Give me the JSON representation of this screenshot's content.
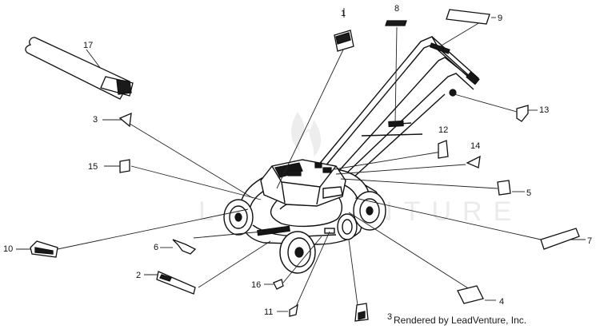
{
  "credit": "Rendered by LeadVenture, Inc.",
  "callouts": [
    {
      "label": "1"
    },
    {
      "label": "8"
    },
    {
      "label": "9"
    },
    {
      "label": "17"
    },
    {
      "label": "3"
    },
    {
      "label": "13"
    },
    {
      "label": "12"
    },
    {
      "label": "14"
    },
    {
      "label": "15"
    },
    {
      "label": "5"
    },
    {
      "label": "7"
    },
    {
      "label": "10"
    },
    {
      "label": "6"
    },
    {
      "label": "2"
    },
    {
      "label": "16"
    },
    {
      "label": "4"
    },
    {
      "label": "11"
    },
    {
      "label": "3"
    }
  ]
}
